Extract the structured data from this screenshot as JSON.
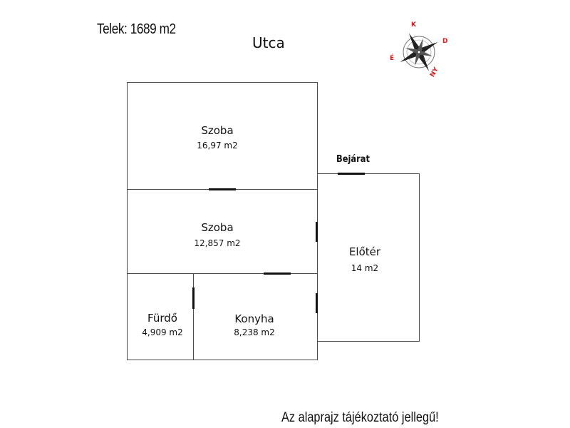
{
  "header": {
    "plot_area": "Telek: 1689 m2",
    "street": "Utca"
  },
  "entrance": {
    "label": "Bejárat"
  },
  "rooms": [
    {
      "name": "Szoba",
      "area": "16,97 m2"
    },
    {
      "name": "Szoba",
      "area": "12,857 m2"
    },
    {
      "name": "Előtér",
      "area": "14 m2"
    },
    {
      "name": "Fürdő",
      "area": "4,909 m2"
    },
    {
      "name": "Konyha",
      "area": "8,238 m2"
    }
  ],
  "compass": {
    "icon": "compass-rose-icon",
    "letters": [
      "K",
      "D",
      "NY",
      "É"
    ]
  },
  "footer": {
    "note": "Az alaprajz tájékoztató jellegű!"
  }
}
